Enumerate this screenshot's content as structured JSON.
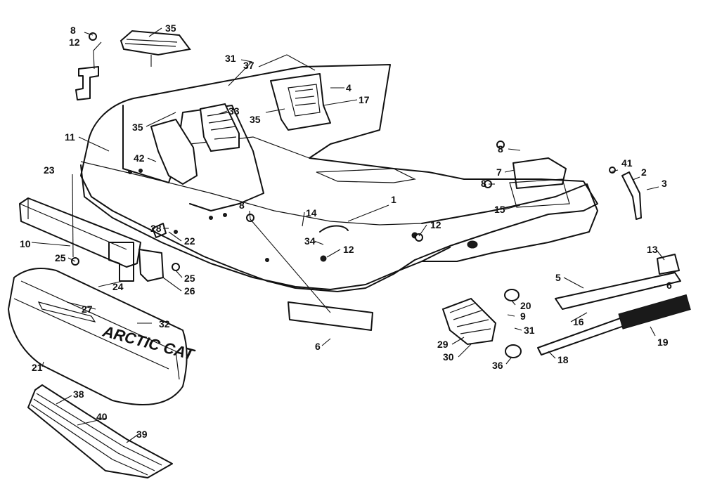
{
  "diagram": {
    "logo_text": "ARCTIC CAT",
    "callouts": [
      {
        "id": "c8a",
        "text": "8"
      },
      {
        "id": "c12a",
        "text": "12"
      },
      {
        "id": "c35a",
        "text": "35"
      },
      {
        "id": "c31a",
        "text": "31"
      },
      {
        "id": "c37",
        "text": "37"
      },
      {
        "id": "c4",
        "text": "4"
      },
      {
        "id": "c17",
        "text": "17"
      },
      {
        "id": "c35b",
        "text": "35"
      },
      {
        "id": "c33",
        "text": "33"
      },
      {
        "id": "c35c",
        "text": "35"
      },
      {
        "id": "c11",
        "text": "11"
      },
      {
        "id": "c42",
        "text": "42"
      },
      {
        "id": "c23",
        "text": "23"
      },
      {
        "id": "c8b",
        "text": "8"
      },
      {
        "id": "c7",
        "text": "7"
      },
      {
        "id": "c8c",
        "text": "8"
      },
      {
        "id": "c41",
        "text": "41"
      },
      {
        "id": "c2",
        "text": "2"
      },
      {
        "id": "c3",
        "text": "3"
      },
      {
        "id": "c1",
        "text": "1"
      },
      {
        "id": "c15",
        "text": "15"
      },
      {
        "id": "c8d",
        "text": "8"
      },
      {
        "id": "c14",
        "text": "14"
      },
      {
        "id": "c12b",
        "text": "12"
      },
      {
        "id": "c28",
        "text": "28"
      },
      {
        "id": "c22",
        "text": "22"
      },
      {
        "id": "c10",
        "text": "10"
      },
      {
        "id": "c34",
        "text": "34"
      },
      {
        "id": "c12c",
        "text": "12"
      },
      {
        "id": "c13",
        "text": "13"
      },
      {
        "id": "c25a",
        "text": "25"
      },
      {
        "id": "c25b",
        "text": "25"
      },
      {
        "id": "c24",
        "text": "24"
      },
      {
        "id": "c26",
        "text": "26"
      },
      {
        "id": "c5",
        "text": "5"
      },
      {
        "id": "c6a",
        "text": "6"
      },
      {
        "id": "c27",
        "text": "27"
      },
      {
        "id": "c32",
        "text": "32"
      },
      {
        "id": "c20",
        "text": "20"
      },
      {
        "id": "c9",
        "text": "9"
      },
      {
        "id": "c16",
        "text": "16"
      },
      {
        "id": "c6b",
        "text": "6"
      },
      {
        "id": "c31b",
        "text": "31"
      },
      {
        "id": "c29",
        "text": "29"
      },
      {
        "id": "c30",
        "text": "30"
      },
      {
        "id": "c19",
        "text": "19"
      },
      {
        "id": "c21",
        "text": "21"
      },
      {
        "id": "c36",
        "text": "36"
      },
      {
        "id": "c18",
        "text": "18"
      },
      {
        "id": "c38",
        "text": "38"
      },
      {
        "id": "c40",
        "text": "40"
      },
      {
        "id": "c39",
        "text": "39"
      }
    ]
  }
}
